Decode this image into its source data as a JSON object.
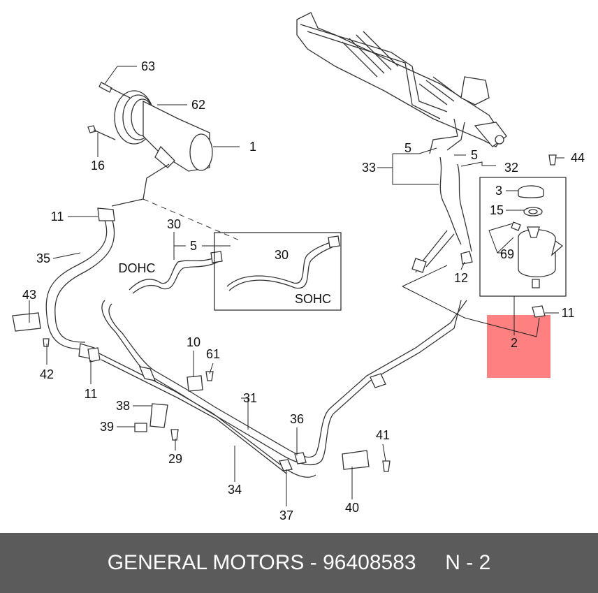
{
  "diagram": {
    "highlight_color": "#ff8080",
    "labels": [
      "63",
      "62",
      "1",
      "16",
      "11",
      "35",
      "30",
      "5",
      "DOHC",
      "30",
      "SOHC",
      "43",
      "42",
      "11",
      "10",
      "61",
      "31",
      "38",
      "39",
      "29",
      "34",
      "36",
      "37",
      "41",
      "40",
      "33",
      "5",
      "5",
      "32",
      "44",
      "3",
      "15",
      "69",
      "12",
      "11",
      "2"
    ]
  },
  "footer": {
    "text": "GENERAL MOTORS - 96408583     N - 2",
    "bg_color": "#5b5b5b"
  }
}
